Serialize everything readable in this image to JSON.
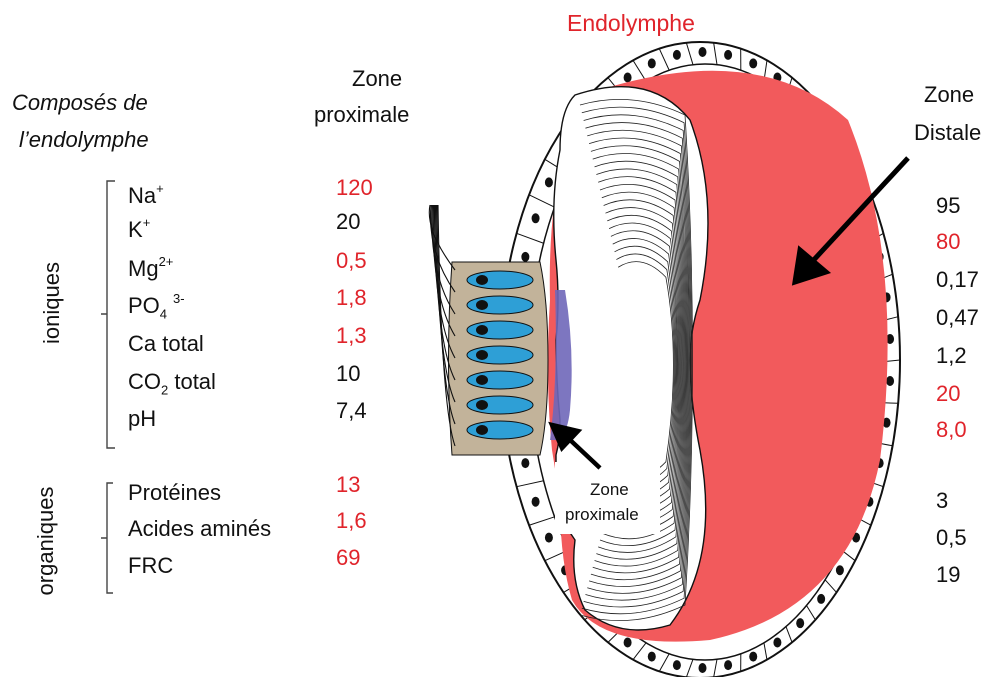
{
  "title": "Endolymphe",
  "left_heading": {
    "line1": "Composés de",
    "line2": "l’endolymphe"
  },
  "zone_proximale_heading": {
    "line1": "Zone",
    "line2": "proximale"
  },
  "zone_distale_heading": {
    "line1": "Zone",
    "line2": "Distale"
  },
  "diagram_label": {
    "line1": "Zone",
    "line2": "proximale"
  },
  "groups": {
    "ioniques": "ioniques",
    "organiques": "organiques"
  },
  "rows": [
    {
      "base": "Na",
      "sup": "+",
      "sub": "",
      "rest": "",
      "proximal": "120",
      "proximal_red": true,
      "distal": "95",
      "distal_red": false
    },
    {
      "base": "K",
      "sup": "+",
      "sub": "",
      "rest": "",
      "proximal": "20",
      "proximal_red": false,
      "distal": "80",
      "distal_red": true
    },
    {
      "base": "Mg",
      "sup": "2+",
      "sub": "",
      "rest": "",
      "proximal": "0,5",
      "proximal_red": true,
      "distal": "0,17",
      "distal_red": false
    },
    {
      "base": "PO",
      "sup": "3-",
      "sub": "4",
      "rest": "",
      "proximal": "1,8",
      "proximal_red": true,
      "distal": "0,47",
      "distal_red": false
    },
    {
      "base": "Ca total",
      "sup": "",
      "sub": "",
      "rest": "",
      "proximal": "1,3",
      "proximal_red": true,
      "distal": "1,2",
      "distal_red": false
    },
    {
      "base": "CO",
      "sup": "",
      "sub": "2",
      "rest": " total",
      "proximal": "10",
      "proximal_red": false,
      "distal": "20",
      "distal_red": true
    },
    {
      "base": "pH",
      "sup": "",
      "sub": "",
      "rest": "",
      "proximal": "7,4",
      "proximal_red": false,
      "distal": "8,0",
      "distal_red": true
    },
    {
      "base": "Protéines",
      "sup": "",
      "sub": "",
      "rest": "",
      "proximal": "13",
      "proximal_red": true,
      "distal": "3",
      "distal_red": false
    },
    {
      "base": "Acides aminés",
      "sup": "",
      "sub": "",
      "rest": "",
      "proximal": "1,6",
      "proximal_red": true,
      "distal": "0,5",
      "distal_red": false
    },
    {
      "base": "FRC",
      "sup": "",
      "sub": "",
      "rest": "",
      "proximal": "69",
      "proximal_red": true,
      "distal": "19",
      "distal_red": false
    }
  ],
  "colors": {
    "accent_red": "#e0242b",
    "endolymph_fill": "#f25a5c",
    "hair_cell_blue": "#2e9fd6",
    "support_cell_tan": "#c2b39a",
    "membrane_purple": "#6f67b9"
  }
}
